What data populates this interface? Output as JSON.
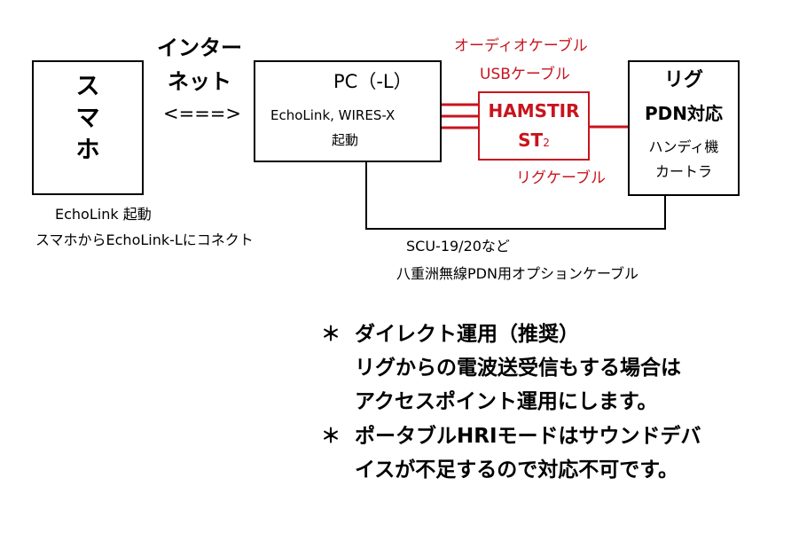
{
  "smartphone": {
    "chars": [
      "ス",
      "マ",
      "ホ"
    ]
  },
  "internet": {
    "line1": "インター",
    "line2": "ネット",
    "arrow": "<===>"
  },
  "pc": {
    "title": "PC（-L）",
    "software": "EchoLink, WIRES-X",
    "status": "起動"
  },
  "cables_top": {
    "audio": "オーディオケーブル",
    "usb": "USBケーブル"
  },
  "hamstir": {
    "name": "HAMSTIR",
    "model": "ST",
    "model_sub": "2"
  },
  "rig_cable": "リグケーブル",
  "rig": {
    "title": "リグ",
    "subtitle": "PDN対応",
    "type1": "ハンディ機",
    "type2": "カートラ"
  },
  "phone_notes": {
    "line1": "EchoLink 起動",
    "line2": "スマホからEchoLink-Lにコネクト"
  },
  "pdn_cable": {
    "line1": "SCU-19/20など",
    "line2": "八重洲無線PDN用オプションケーブル"
  },
  "notes": {
    "bullet": "＊",
    "note1": [
      "ダイレクト運用（推奨）",
      "リグからの電波送受信もする場合は",
      "アクセスポイント運用にします。"
    ],
    "note2": [
      "ポータブルHRIモードはサウンドデバ",
      "イスが不足するので対応不可です。"
    ]
  },
  "colors": {
    "accent_red": "#c8141e",
    "line": "#000000"
  }
}
